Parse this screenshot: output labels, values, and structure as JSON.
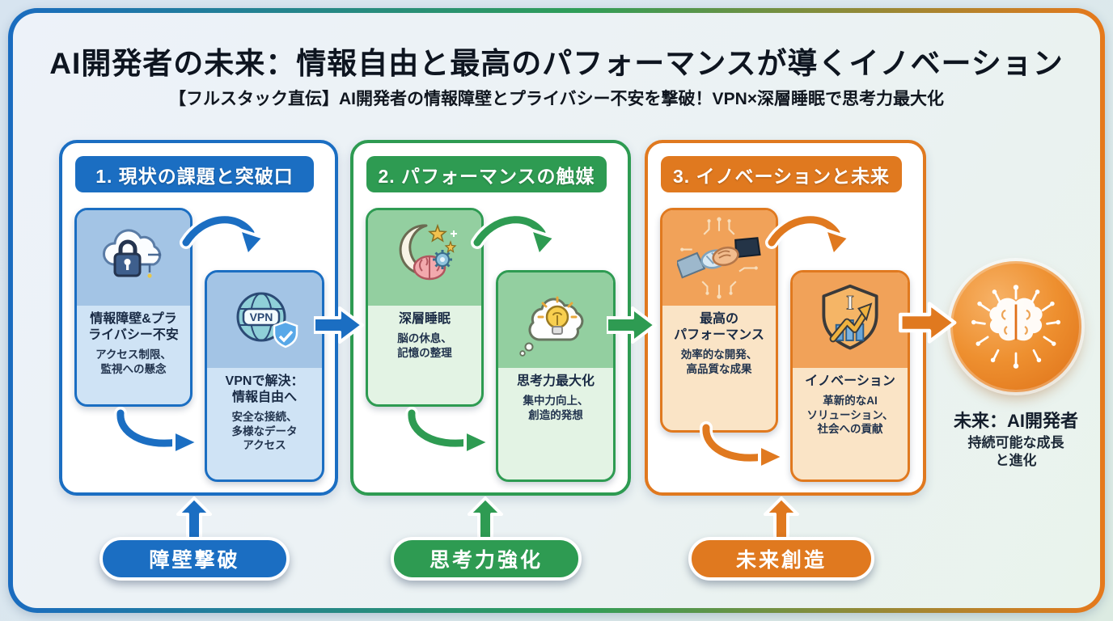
{
  "title": "AI開発者の未来：情報自由と最高のパフォーマンスが導くイノベーション",
  "subtitle": "【フルスタック直伝】AI開発者の情報障壁とプライバシー不安を撃破！VPN×深層睡眠で思考力最大化",
  "colors": {
    "blue": "#1b6ec2",
    "green": "#2e9b52",
    "orange": "#e0791f"
  },
  "panels": [
    {
      "header": "1. 現状の課題と突破口",
      "accent": "#1b6ec2",
      "cards": [
        {
          "icon": "cloud-lock-icon",
          "title": "情報障壁&プラ\nライバシー不安",
          "desc": "アクセス制限、\n監視への懸念"
        },
        {
          "icon": "vpn-shield-icon",
          "title": "VPNで解決：\n情報自由へ",
          "desc": "安全な接続、\n多様なデータ\nアクセス"
        }
      ],
      "pill": "障壁撃破"
    },
    {
      "header": "2. パフォーマンスの触媒",
      "accent": "#2e9b52",
      "cards": [
        {
          "icon": "moon-brain-icon",
          "title": "深層睡眠",
          "desc": "脳の休息、\n記憶の整理"
        },
        {
          "icon": "idea-bulb-icon",
          "title": "思考力最大化",
          "desc": "集中力向上、\n創造的発想"
        }
      ],
      "pill": "思考力強化"
    },
    {
      "header": "3. イノベーションと未来",
      "accent": "#e0791f",
      "cards": [
        {
          "icon": "handshake-icon",
          "title": "最高の\nパフォーマンス",
          "desc": "効率的な開発、\n高品質な成果"
        },
        {
          "icon": "growth-shield-icon",
          "title": "イノベーション",
          "desc": "革新的なAI\nソリューション、\n社会への貢献"
        }
      ],
      "pill": "未来創造"
    }
  ],
  "result": {
    "title": "未来：AI開発者",
    "desc": "持続可能な成長\nと進化"
  },
  "icons": {
    "vpn_label": "VPN",
    "innovation_letter": "I"
  }
}
